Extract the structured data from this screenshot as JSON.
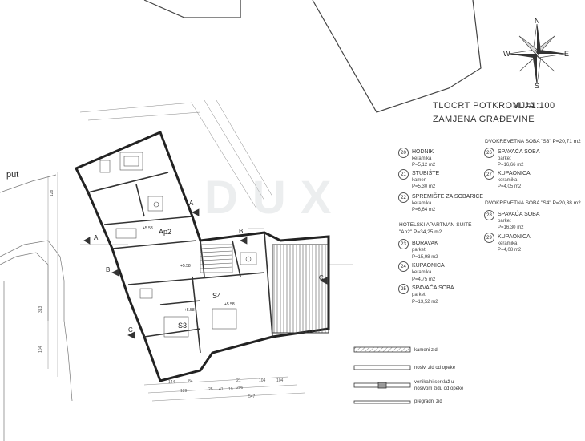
{
  "title": {
    "line1": "TLOCRT POTKROVLJA",
    "scale": "MJ=1:100",
    "line2": "ZAMJENA GRAĐEVINE"
  },
  "compass": {
    "n": "N",
    "s": "S",
    "e": "E",
    "w": "W"
  },
  "street_label": "put",
  "watermark": "DUX",
  "rooms_left": [
    {
      "no": "20",
      "name": "HODNIK",
      "finish": "keramika",
      "area": "P=5,12 m2"
    },
    {
      "no": "21",
      "name": "STUBIŠTE",
      "finish": "kamen",
      "area": "P=5,30 m2"
    },
    {
      "no": "22",
      "name": "SPREMIŠTE ZA SOBARICE",
      "finish": "keramika",
      "area": "P=6,64 m2"
    }
  ],
  "suite": {
    "title": "HOTELSKI APARTMAN-SUITE",
    "subtitle": "\"Ap2\"   P=34,25 m2"
  },
  "rooms_suite": [
    {
      "no": "23",
      "name": "BORAVAK",
      "finish": "parket",
      "area": "P=15,98 m2"
    },
    {
      "no": "24",
      "name": "KUPAONICA",
      "finish": "keramika",
      "area": "P=4,75 m2"
    },
    {
      "no": "25",
      "name": "SPAVAĆA SOBA",
      "finish": "parket",
      "area": "P=13,52 m2"
    }
  ],
  "room_s3": {
    "title": "DVOKREVETNA SOBA \"S3\"  P=20,71 m2"
  },
  "rooms_s3": [
    {
      "no": "26",
      "name": "SPAVAĆA SOBA",
      "finish": "parket",
      "area": "P=16,66 m2"
    },
    {
      "no": "27",
      "name": "KUPAONICA",
      "finish": "keramika",
      "area": "P=4,05 m2"
    }
  ],
  "room_s4": {
    "title": "DVOKREVETNA SOBA \"S4\"  P=20,38 m2"
  },
  "rooms_s4": [
    {
      "no": "28",
      "name": "SPAVAĆA SOBA",
      "finish": "parket",
      "area": "P=16,30 m2"
    },
    {
      "no": "29",
      "name": "KUPAONICA",
      "finish": "keramika",
      "area": "P=4,08 m2"
    }
  ],
  "legend": [
    {
      "label": "kameni zid"
    },
    {
      "label": "nosivi zid od opeke"
    },
    {
      "label": "vertikalni serklaž u nosivom zidu od opeke"
    },
    {
      "label": "pregradni zid"
    }
  ],
  "plan_labels": {
    "ap2": "Ap2",
    "s3": "S3",
    "s4": "S4",
    "sec_a": "A",
    "sec_b": "B",
    "sec_c": "C",
    "lvl1": "+5.58",
    "lvl2": "+5.58",
    "lvl3": "+5.58",
    "lvl4": "+5.58"
  },
  "dims_bottom": [
    "144",
    "84",
    "104",
    "129",
    "25",
    "41",
    "19",
    "296",
    "547",
    "104",
    "21"
  ]
}
